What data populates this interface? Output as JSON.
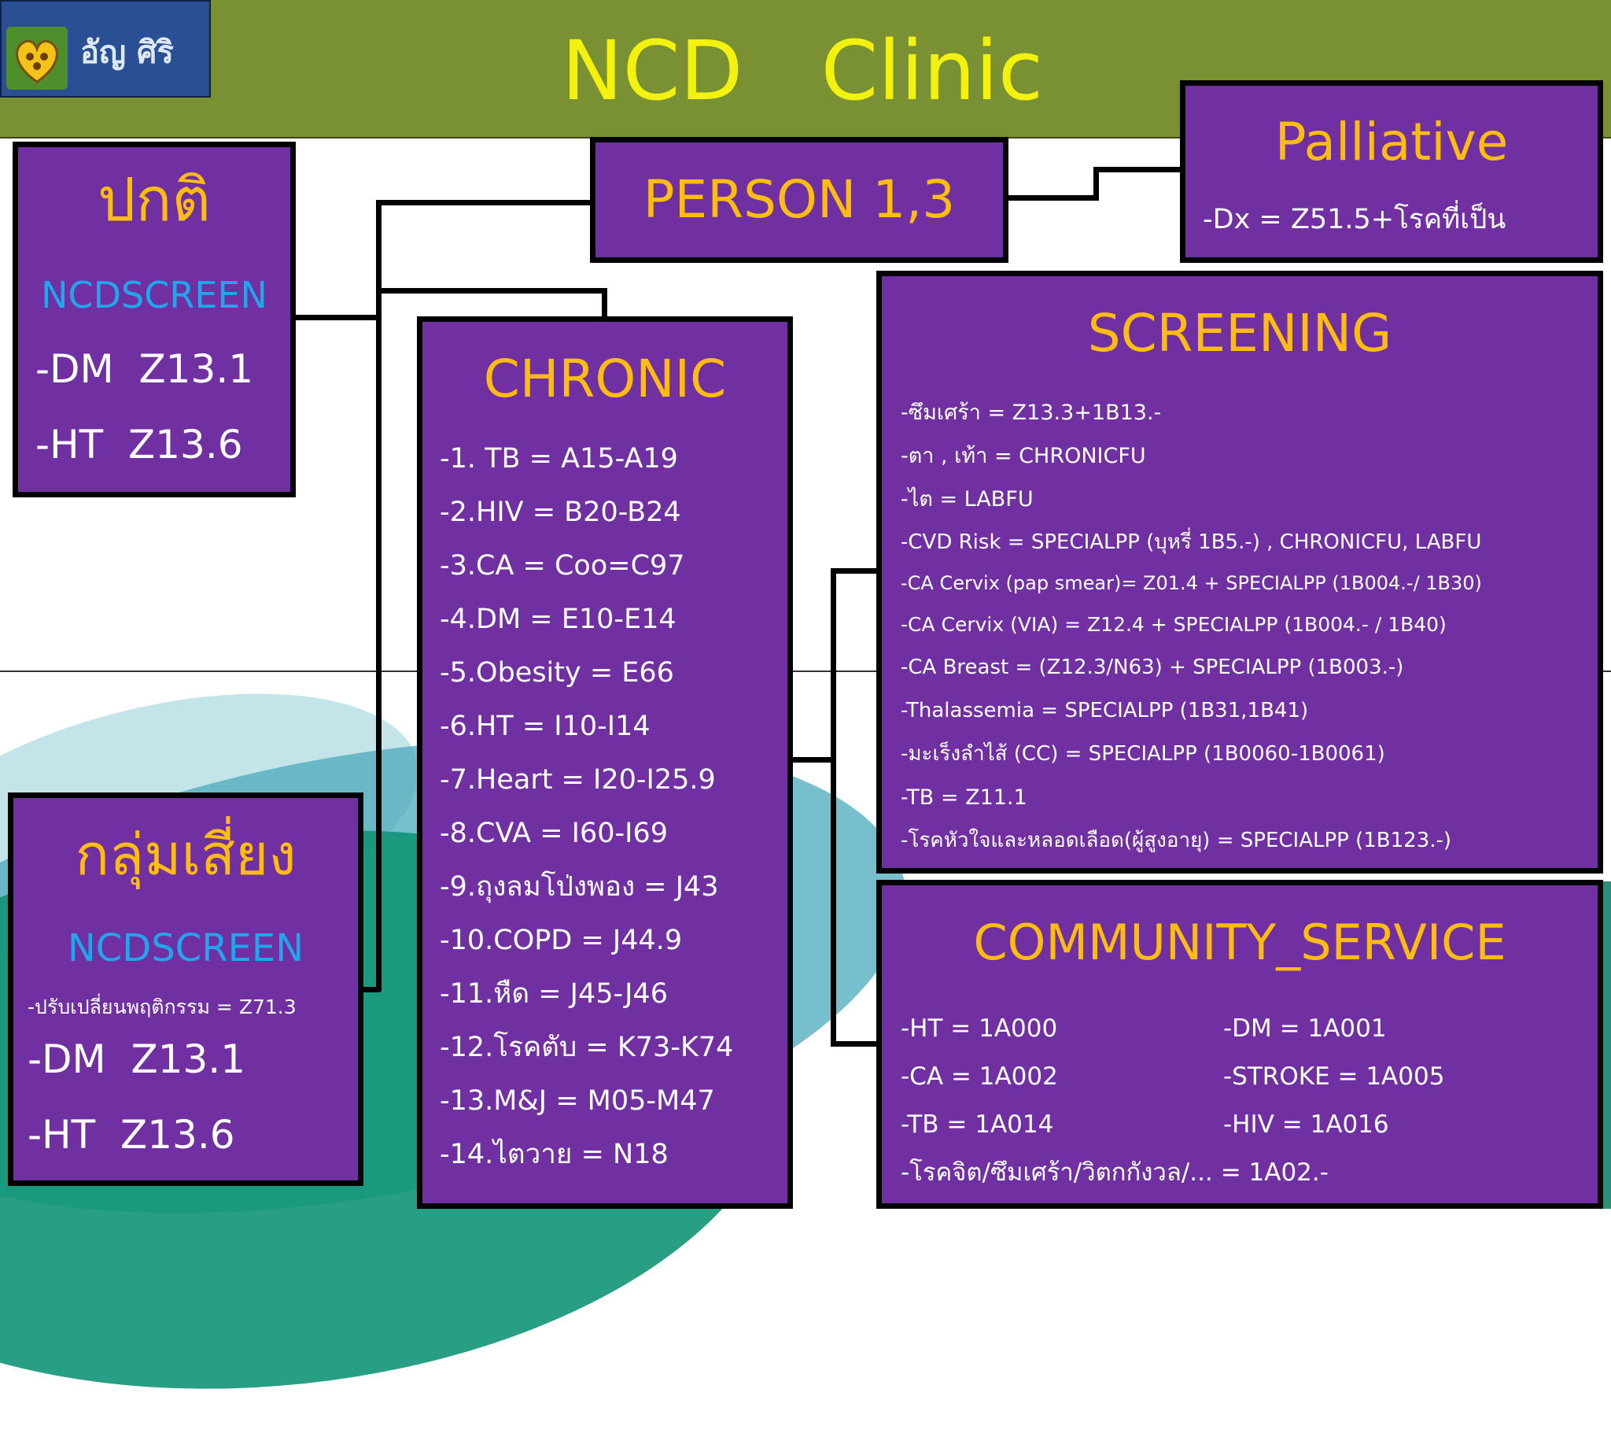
{
  "header": {
    "logo_text": "อัญ ศิริ",
    "title": "NCD   Clinic",
    "colors": {
      "header_bg": "#7a9133",
      "title": "#f2f20e",
      "box_bg": "#7130a2",
      "heading": "#fcbc10",
      "screen_label": "#1fa6ec"
    }
  },
  "person": {
    "title": "PERSON 1,3"
  },
  "palliative": {
    "title": "Palliative",
    "line": "-Dx = Z51.5+โรคที่เป็น"
  },
  "normal": {
    "title": "ปกติ",
    "screen": "NCDSCREEN",
    "items": [
      "-DM  Z13.1",
      "-HT  Z13.6"
    ]
  },
  "risk": {
    "title": "กลุ่มเสี่ยง",
    "screen": "NCDSCREEN",
    "note": "-ปรับเปลี่ยนพฤติกรรม = Z71.3",
    "items": [
      "-DM  Z13.1",
      "-HT  Z13.6"
    ]
  },
  "chronic": {
    "title": "CHRONIC",
    "items": [
      "-1. TB = A15-A19",
      "-2.HIV = B20-B24",
      "-3.CA = Coo=C97",
      "-4.DM = E10-E14",
      "-5.Obesity = E66",
      "-6.HT = I10-I14",
      "-7.Heart = I20-I25.9",
      "-8.CVA = I60-I69",
      "-9.ถุงลมโป่งพอง = J43",
      "-10.COPD = J44.9",
      "-11.หืด = J45-J46",
      "-12.โรคตับ = K73-K74",
      "-13.M&J = M05-M47",
      "-14.ไตวาย = N18"
    ]
  },
  "screening": {
    "title": "SCREENING",
    "items": [
      "-ซึมเศร้า = Z13.3+1B13.-",
      "-ตา , เท้า = CHRONICFU",
      "-ไต = LABFU",
      "-CVD Risk  = SPECIALPP (บุหรี่ 1B5.-) , CHRONICFU, LABFU",
      "-CA Cervix (pap smear)= Z01.4 + SPECIALPP (1B004.-/ 1B30)",
      "-CA Cervix (VIA) = Z12.4 + SPECIALPP (1B004.- / 1B40)",
      "-CA Breast = (Z12.3/N63) + SPECIALPP (1B003.-)",
      "-Thalassemia = SPECIALPP (1B31,1B41)",
      "-มะเร็งลำไส้ (CC) = SPECIALPP (1B0060-1B0061)",
      "-TB = Z11.1",
      "-โรคหัวใจและหลอดเลือด(ผู้สูงอายุ) = SPECIALPP (1B123.-)"
    ]
  },
  "community": {
    "title": "COMMUNITY_SERVICE",
    "left": [
      "-HT = 1A000",
      "-CA = 1A002",
      "-TB = 1A014"
    ],
    "right": [
      "-DM = 1A001",
      "-STROKE = 1A005",
      "-HIV = 1A016"
    ],
    "last": "-โรคจิต/ซึมเศร้า/วิตกกังวล/... = 1A02.-"
  }
}
